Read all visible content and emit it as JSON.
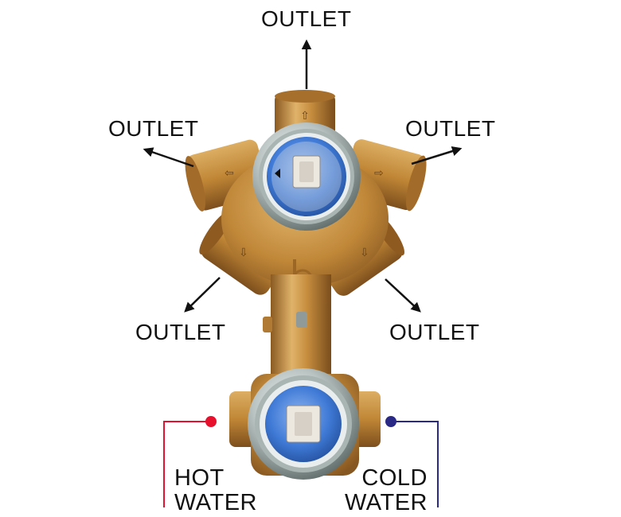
{
  "labels": {
    "outlet_top": "OUTLET",
    "outlet_upper_left": "OUTLET",
    "outlet_upper_right": "OUTLET",
    "outlet_lower_left": "OUTLET",
    "outlet_lower_right": "OUTLET",
    "hot_line1": "HOT",
    "hot_line2": "WATER",
    "cold_line1": "COLD",
    "cold_line2": "WATER"
  },
  "colors": {
    "hot": "#e8112d",
    "cold": "#2a2a86",
    "brass": "#c8913f",
    "cartridge_blue": "#3f7ad6",
    "arrow": "#111111"
  }
}
